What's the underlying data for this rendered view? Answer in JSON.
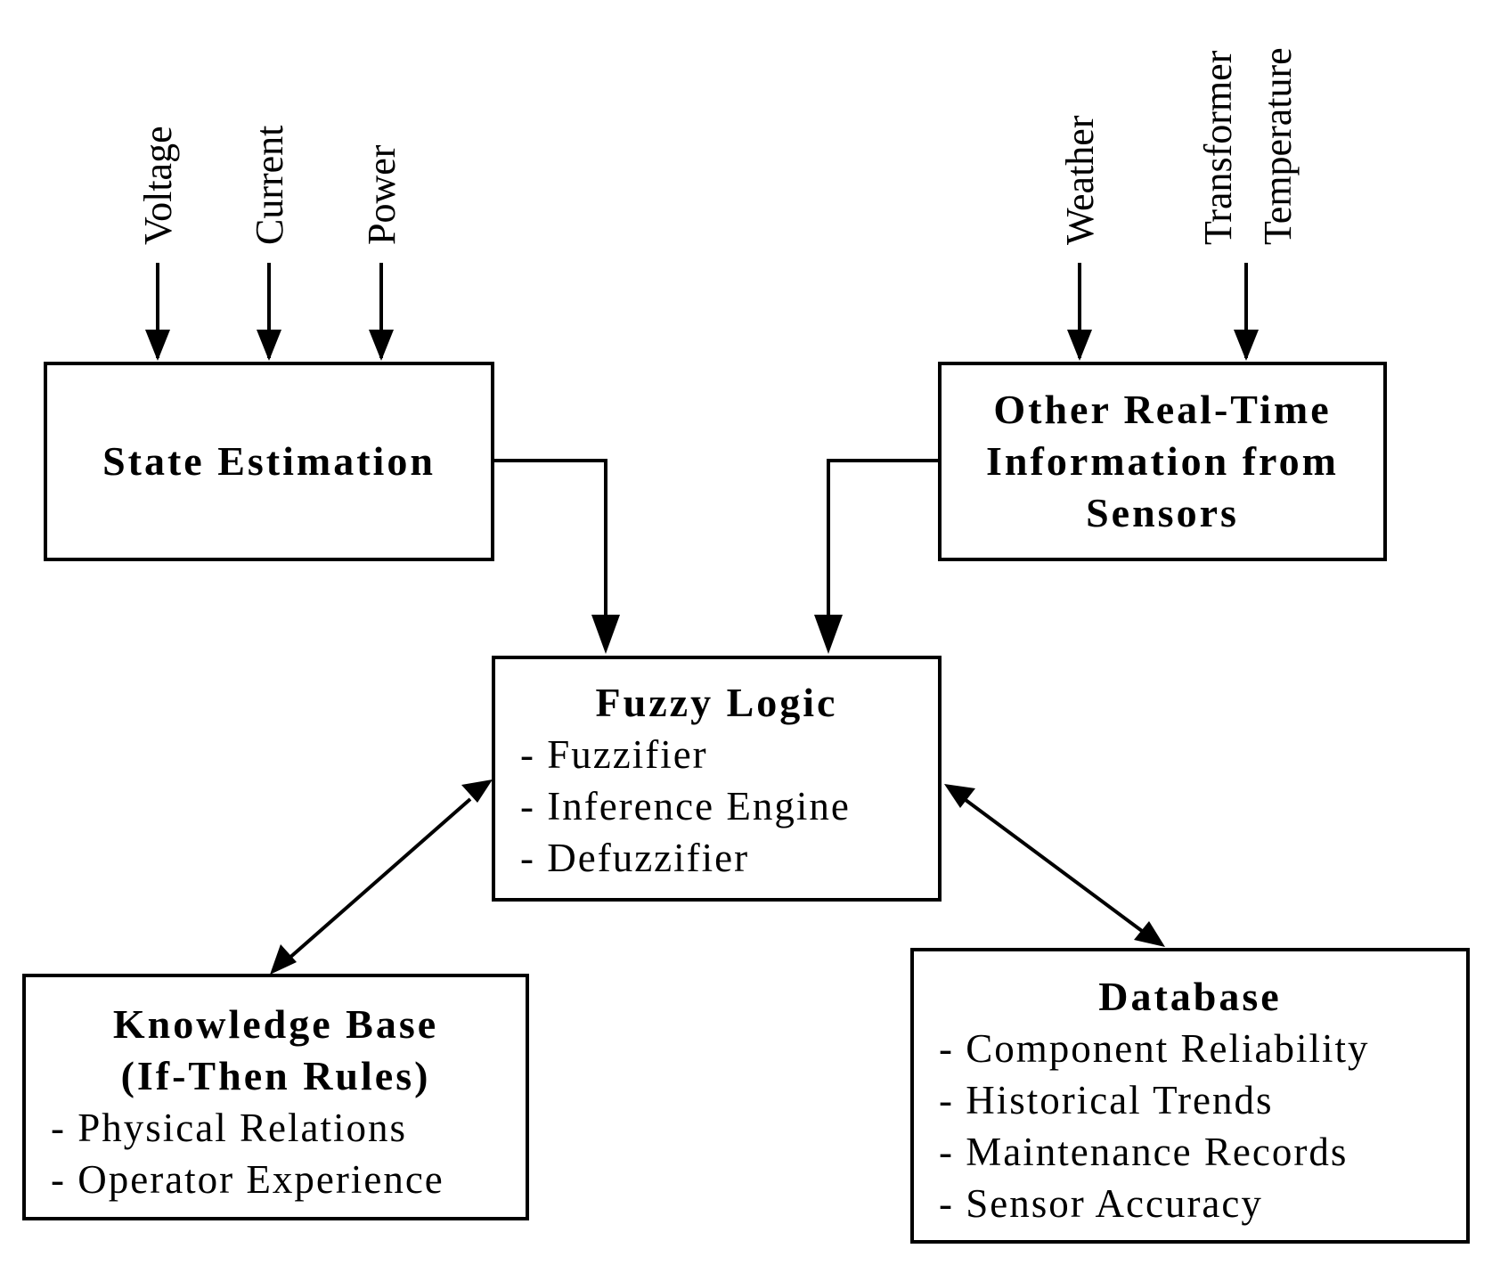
{
  "inputs_left": [
    "Voltage",
    "Current",
    "Power"
  ],
  "inputs_right": [
    "Weather",
    "Transformer",
    "Temperature"
  ],
  "state_estimation": {
    "title": "State Estimation"
  },
  "sensors": {
    "title_lines": [
      "Other Real-Time",
      "Information from",
      "Sensors"
    ]
  },
  "fuzzy_logic": {
    "title": "Fuzzy Logic",
    "items": [
      "- Fuzzifier",
      "- Inference Engine",
      "- Defuzzifier"
    ]
  },
  "knowledge_base": {
    "title_lines": [
      "Knowledge Base",
      "(If-Then Rules)"
    ],
    "items": [
      "- Physical Relations",
      "- Operator Experience"
    ]
  },
  "database": {
    "title": "Database",
    "items": [
      "- Component Reliability",
      "- Historical Trends",
      "- Maintenance Records",
      "- Sensor Accuracy"
    ]
  }
}
